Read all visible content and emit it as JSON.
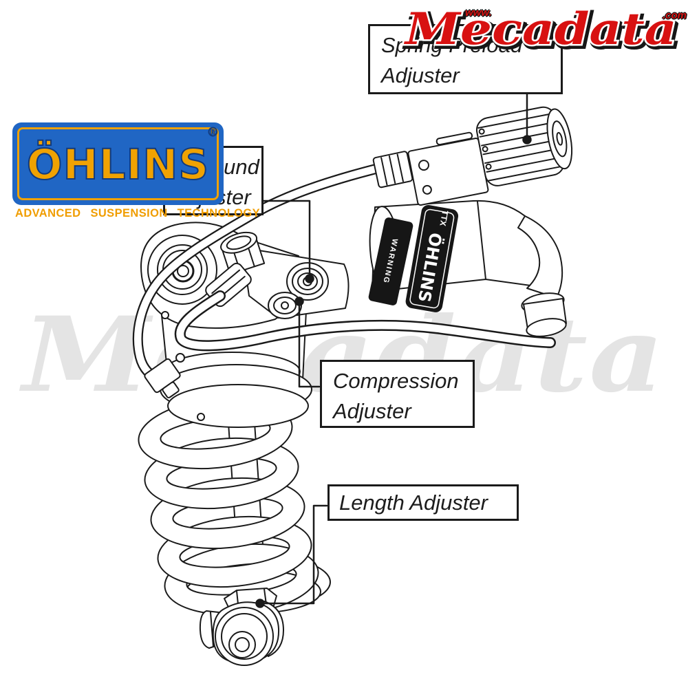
{
  "watermark": {
    "text": "Mecadata"
  },
  "brand": {
    "www": "www.",
    "name": "Mecadata",
    "com": ".com"
  },
  "ohlins": {
    "name": "ÖHLINS",
    "registered": "®",
    "tagline": "ADVANCED  SUSPENSION  TECHNOLOGY"
  },
  "labels": {
    "spring_preload": {
      "line1": "Spring Preload",
      "line2": "Adjuster"
    },
    "rebound": {
      "line1": "Rebound",
      "line2": "Adjuster"
    },
    "compression": {
      "line1": "Compression",
      "line2": "Adjuster"
    },
    "length": {
      "text": "Length Adjuster"
    }
  },
  "diagram": {
    "sticker": "ÖHLINS",
    "sticker_small": "TTX",
    "warning": "WARNING"
  },
  "colors": {
    "ohlins_blue": "#2066c4",
    "ohlins_gold": "#f0a202",
    "brand_red": "#d81111",
    "line_art": "#1a1a1a",
    "watermark_gray": "#e4e4e4"
  }
}
